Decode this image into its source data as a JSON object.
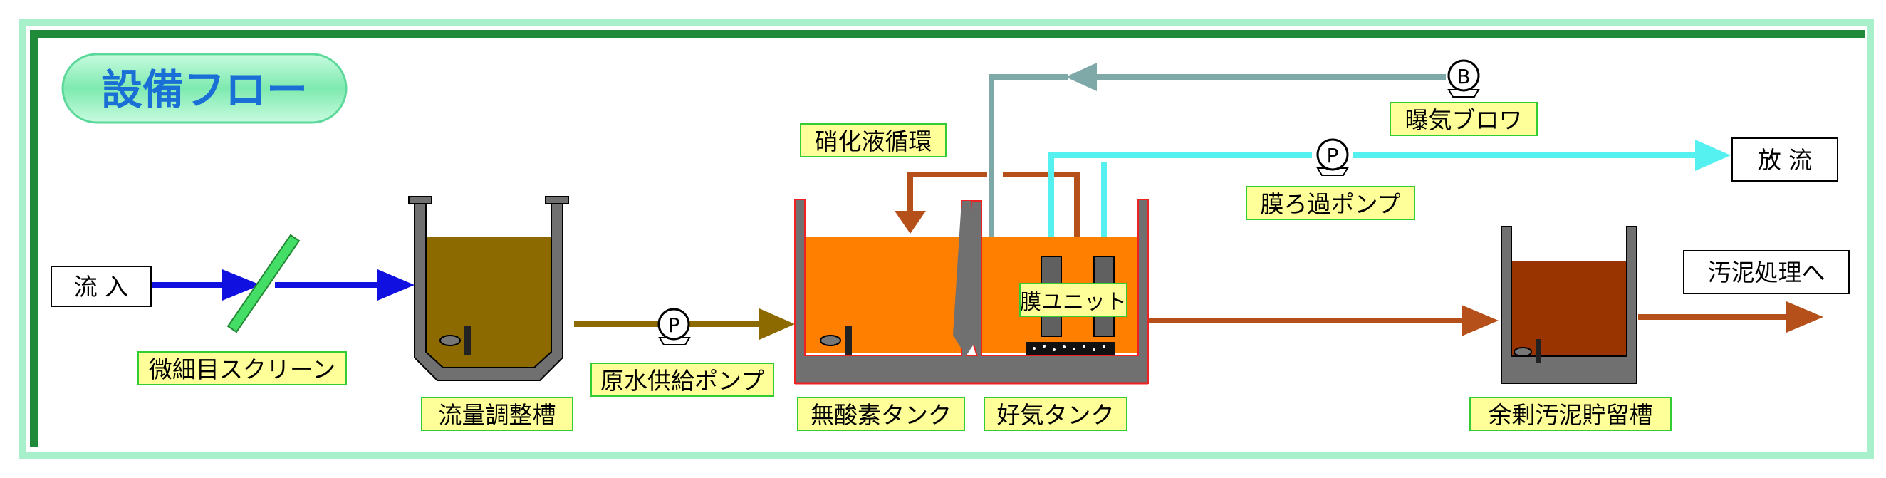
{
  "title": "設備フロー",
  "labels": {
    "inflow": "流 入",
    "screen": "微細目スクリーン",
    "equalization_tank": "流量調整槽",
    "raw_water_pump": "原水供給ポンプ",
    "anoxic_tank": "無酸素タンク",
    "aerobic_tank": "好気タンク",
    "nitrified_recirculation": "硝化液循環",
    "membrane_unit": "膜ユニット",
    "membrane_filtration_pump": "膜ろ過ポンプ",
    "aeration_blower": "曝気ブロワ",
    "discharge": "放 流",
    "sludge_storage_tank": "余剰汚泥貯留槽",
    "to_sludge_treatment": "汚泥処理へ"
  },
  "pump_symbols": {
    "pump_letter": "P",
    "blower_letter": "B"
  },
  "colors": {
    "inflow_arrow": "#1010e0",
    "raw_water": "#8c6a00",
    "anoxic_fill": "#ff7f00",
    "sludge_flow": "#b5501a",
    "sludge_fill": "#993300",
    "air_line": "#7fa8a8",
    "permeate_line": "#55f0f0",
    "label_bg": "#ffff99",
    "label_border": "#33cc33",
    "frame_dark": "#1e8a3a",
    "frame_light": "#a8f0cc",
    "tank_wall": "#707070"
  }
}
